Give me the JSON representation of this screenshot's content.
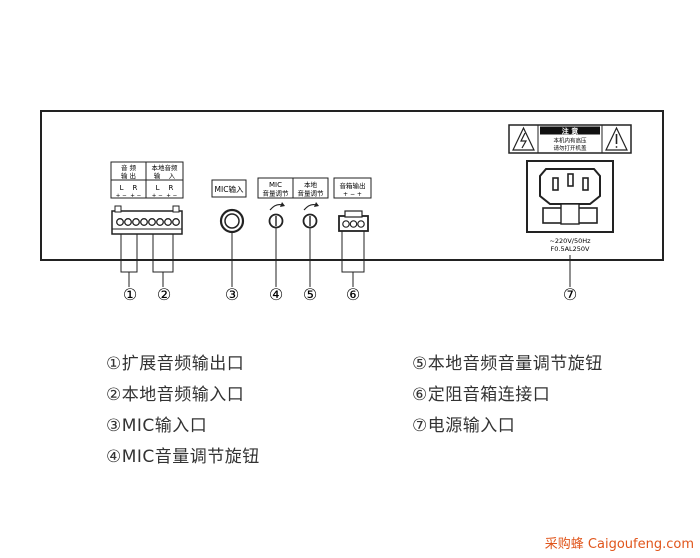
{
  "panel": {
    "ext_out": {
      "label_top": "音 频",
      "label_bottom": "输 出",
      "channels": "L    R",
      "polarity": "+ −  + −"
    },
    "local_in": {
      "label_top": "本地音频",
      "label_bottom": "输    入",
      "channels": "L    R",
      "polarity": "+ −  + −"
    },
    "mic_in": {
      "label": "MIC输入"
    },
    "mic_vol": {
      "label_top": "MIC",
      "label_bottom": "音量调节"
    },
    "local_vol": {
      "label_top": "本地",
      "label_bottom": "音量调节"
    },
    "speaker_out": {
      "label": "音箱输出",
      "polarity": "+ − +"
    },
    "warning": {
      "title": "注 意",
      "line1": "本机内有高压",
      "line2": "请勿打开机盖"
    },
    "power": {
      "rating1": "~220V/50Hz",
      "rating2": "F0.5AL250V"
    }
  },
  "callouts": [
    "①",
    "②",
    "③",
    "④",
    "⑤",
    "⑥",
    "⑦"
  ],
  "legend": {
    "left": [
      "①扩展音频输出口",
      "②本地音频输入口",
      "③MIC输入口",
      "④MIC音量调节旋钮"
    ],
    "right": [
      "⑤本地音频音量调节旋钮",
      "⑥定阻音箱连接口",
      "⑦电源输入口"
    ]
  },
  "watermark": "采购蜂 Caigoufeng.com"
}
